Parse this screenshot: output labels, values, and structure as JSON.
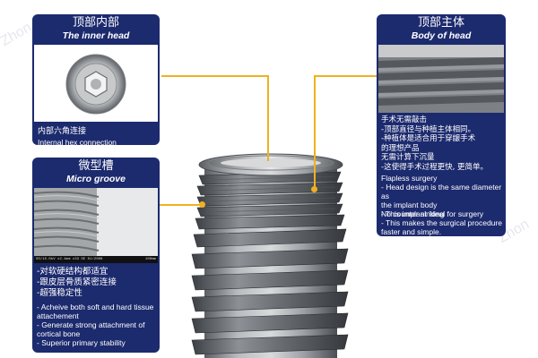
{
  "inner_head": {
    "title_cn": "顶部内部",
    "title_en": "The inner head",
    "caption_cn": "内部六角连接",
    "caption_en": "Internal hex connection"
  },
  "body_of_head": {
    "title_cn": "顶部主体",
    "title_en": "Body of head",
    "text_cn": "手术无需敲击\n-顶部直径与种植主体相同。\n-种植体是适合用于穿龈手术\n 的理想产品\n 无需计算下沉量\n-这使得手术过程更快, 更简单。",
    "text_en_1": "Flapless surgery\n- Head design is the same  diameter as\n  the implant body\n- This implant ideal for surgery",
    "text_en_2": "No counter sinking\n- This makes the surgical procedure\n  faster and simple."
  },
  "micro_groove": {
    "title_cn": "微型槽",
    "title_en": "Micro groove",
    "sem_caption": "SS/15.0kV x2.4mm x33 SE 01/2008",
    "sem_scale": "100mm",
    "text_cn": "-对软硬结构都适宜\n-跟皮层骨质紧密连接\n-超强稳定性",
    "text_en": "- Acheive both soft and hard tissue\n  attachement\n- Generate strong attachment of\n  cortical bone\n- Superior primary stability"
  },
  "watermark": "Zhon",
  "colors": {
    "panel": "#1c2a6e",
    "connector": "#f0b020"
  }
}
